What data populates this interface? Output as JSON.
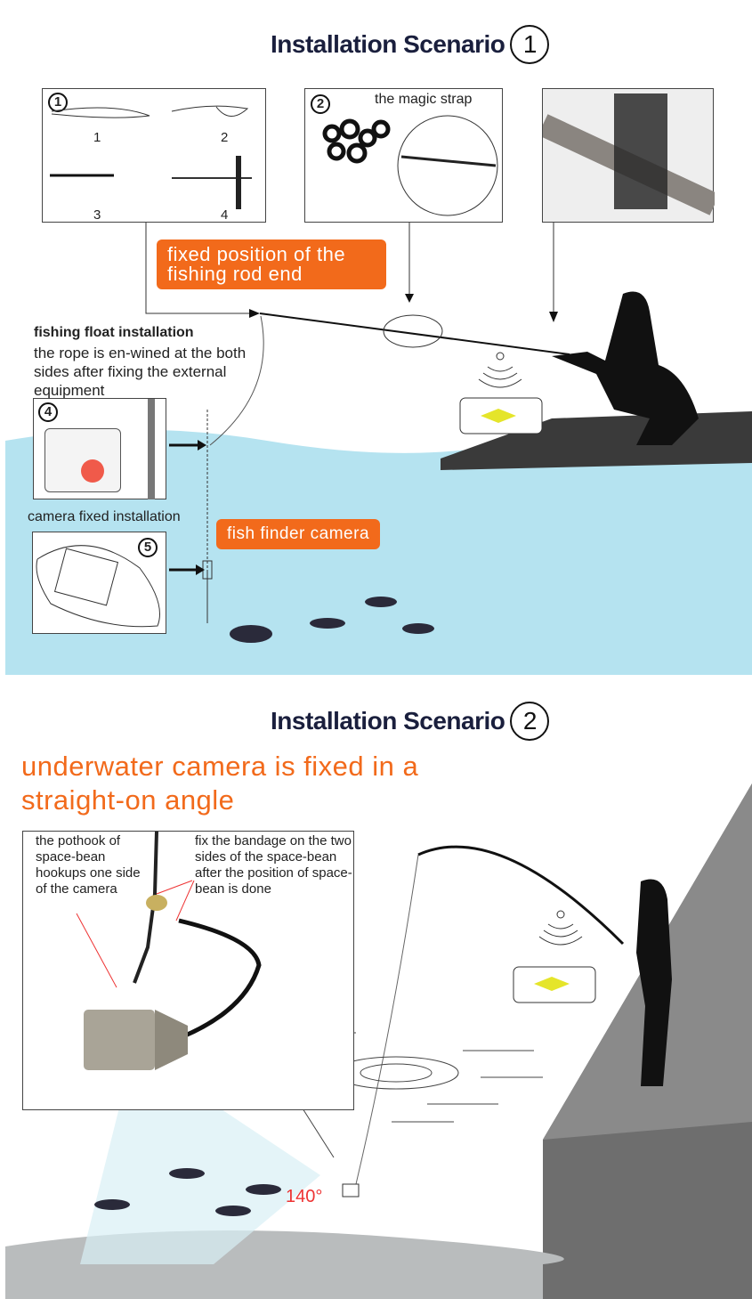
{
  "scenario1": {
    "title": "Installation Scenario",
    "number": "1",
    "step1": {
      "number": "1",
      "sub": [
        "1",
        "2",
        "3",
        "4"
      ]
    },
    "step2": {
      "number": "2",
      "label": "the magic strap"
    },
    "callout_rod": "fixed position of the fishing rod end",
    "float_heading": "fishing float installation",
    "float_text": "the rope is en-wined at the both sides after fixing the external equipment",
    "step4": {
      "number": "4"
    },
    "camera_fixed": "camera fixed installation",
    "step5": {
      "number": "5"
    },
    "callout_camera": "fish finder camera"
  },
  "scenario2": {
    "title": "Installation Scenario",
    "number": "2",
    "headline": "underwater camera is fixed in a straight-on angle",
    "note_left": "the pothook of space-bean hookups one side of the camera",
    "note_right": "fix the bandage on the two sides of the space-bean after the position of space-bean is done",
    "angle": "140°"
  },
  "colors": {
    "orange": "#f26a1b",
    "water": "#b5e3f0",
    "navy": "#1a1f3d",
    "rock": "#6e6e6e"
  }
}
